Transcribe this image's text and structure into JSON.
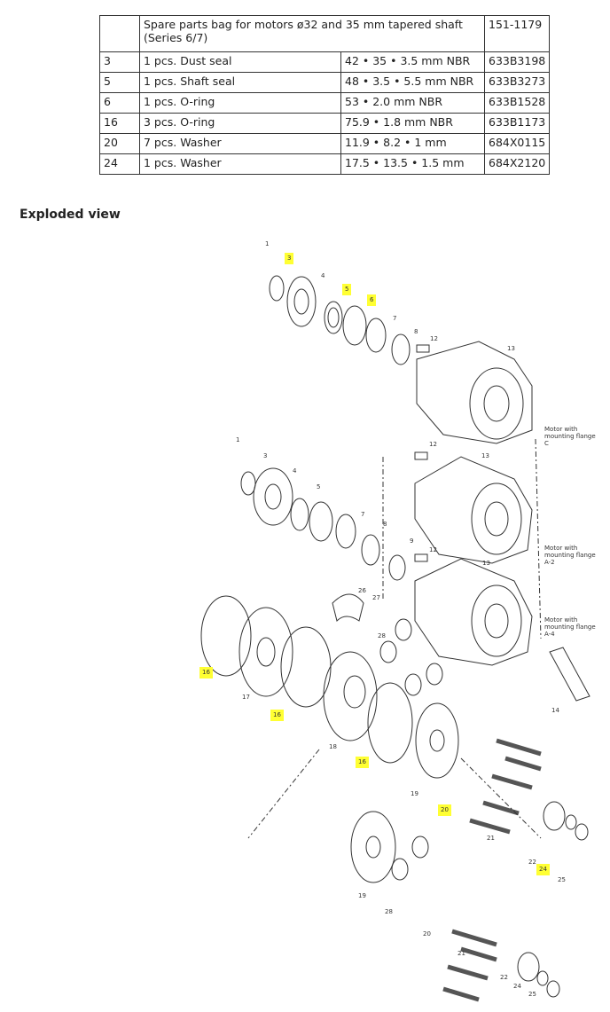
{
  "table": {
    "header": {
      "ref": "",
      "description": "Spare parts bag for motors ø32 and 35 mm tapered shaft (Series 6/7)",
      "part_no": "151-1179"
    },
    "rows": [
      {
        "ref": "3",
        "description": "1 pcs. Dust seal",
        "spec": "42 • 35 • 3.5 mm NBR",
        "part_no": "633B3198"
      },
      {
        "ref": "5",
        "description": "1 pcs. Shaft seal",
        "spec": "48 • 3.5 • 5.5 mm NBR",
        "part_no": "633B3273"
      },
      {
        "ref": "6",
        "description": "1 pcs. O-ring",
        "spec": "53 • 2.0 mm NBR",
        "part_no": "633B1528"
      },
      {
        "ref": "16",
        "description": "3 pcs. O-ring",
        "spec": "75.9 • 1.8 mm NBR",
        "part_no": "633B1173"
      },
      {
        "ref": "20",
        "description": "7 pcs. Washer",
        "spec": "11.9 • 8.2 • 1 mm",
        "part_no": "684X0115"
      },
      {
        "ref": "24",
        "description": "1 pcs. Washer",
        "spec": "17.5 • 13.5 • 1.5 mm",
        "part_no": "684X2120"
      }
    ]
  },
  "section_title": "Exploded view",
  "diagram": {
    "highlight_color": "#ffff33",
    "motor_labels": [
      "Motor with mounting flange C",
      "Motor with mounting flange A-2",
      "Motor with mounting flange A-4"
    ],
    "callouts": [
      {
        "label": "1",
        "hl": false
      },
      {
        "label": "3",
        "hl": true
      },
      {
        "label": "4",
        "hl": false
      },
      {
        "label": "5",
        "hl": true
      },
      {
        "label": "6",
        "hl": true
      },
      {
        "label": "7",
        "hl": false
      },
      {
        "label": "8",
        "hl": false
      },
      {
        "label": "12",
        "hl": false
      },
      {
        "label": "13",
        "hl": false
      },
      {
        "label": "1",
        "hl": false
      },
      {
        "label": "3",
        "hl": false
      },
      {
        "label": "4",
        "hl": false
      },
      {
        "label": "12",
        "hl": false
      },
      {
        "label": "13",
        "hl": false
      },
      {
        "label": "5",
        "hl": false
      },
      {
        "label": "7",
        "hl": false
      },
      {
        "label": "8",
        "hl": false
      },
      {
        "label": "9",
        "hl": false
      },
      {
        "label": "12",
        "hl": false
      },
      {
        "label": "13",
        "hl": false
      },
      {
        "label": "26",
        "hl": false
      },
      {
        "label": "27",
        "hl": false
      },
      {
        "label": "28",
        "hl": false
      },
      {
        "label": "16",
        "hl": true
      },
      {
        "label": "17",
        "hl": false
      },
      {
        "label": "16",
        "hl": true
      },
      {
        "label": "18",
        "hl": false
      },
      {
        "label": "16",
        "hl": true
      },
      {
        "label": "14",
        "hl": false
      },
      {
        "label": "19",
        "hl": false
      },
      {
        "label": "20",
        "hl": true
      },
      {
        "label": "21",
        "hl": false
      },
      {
        "label": "22",
        "hl": false
      },
      {
        "label": "24",
        "hl": true
      },
      {
        "label": "25",
        "hl": false
      },
      {
        "label": "19",
        "hl": false
      },
      {
        "label": "28",
        "hl": false
      },
      {
        "label": "20",
        "hl": false
      },
      {
        "label": "21",
        "hl": false
      },
      {
        "label": "22",
        "hl": false
      },
      {
        "label": "24",
        "hl": false
      },
      {
        "label": "25",
        "hl": false
      }
    ]
  }
}
